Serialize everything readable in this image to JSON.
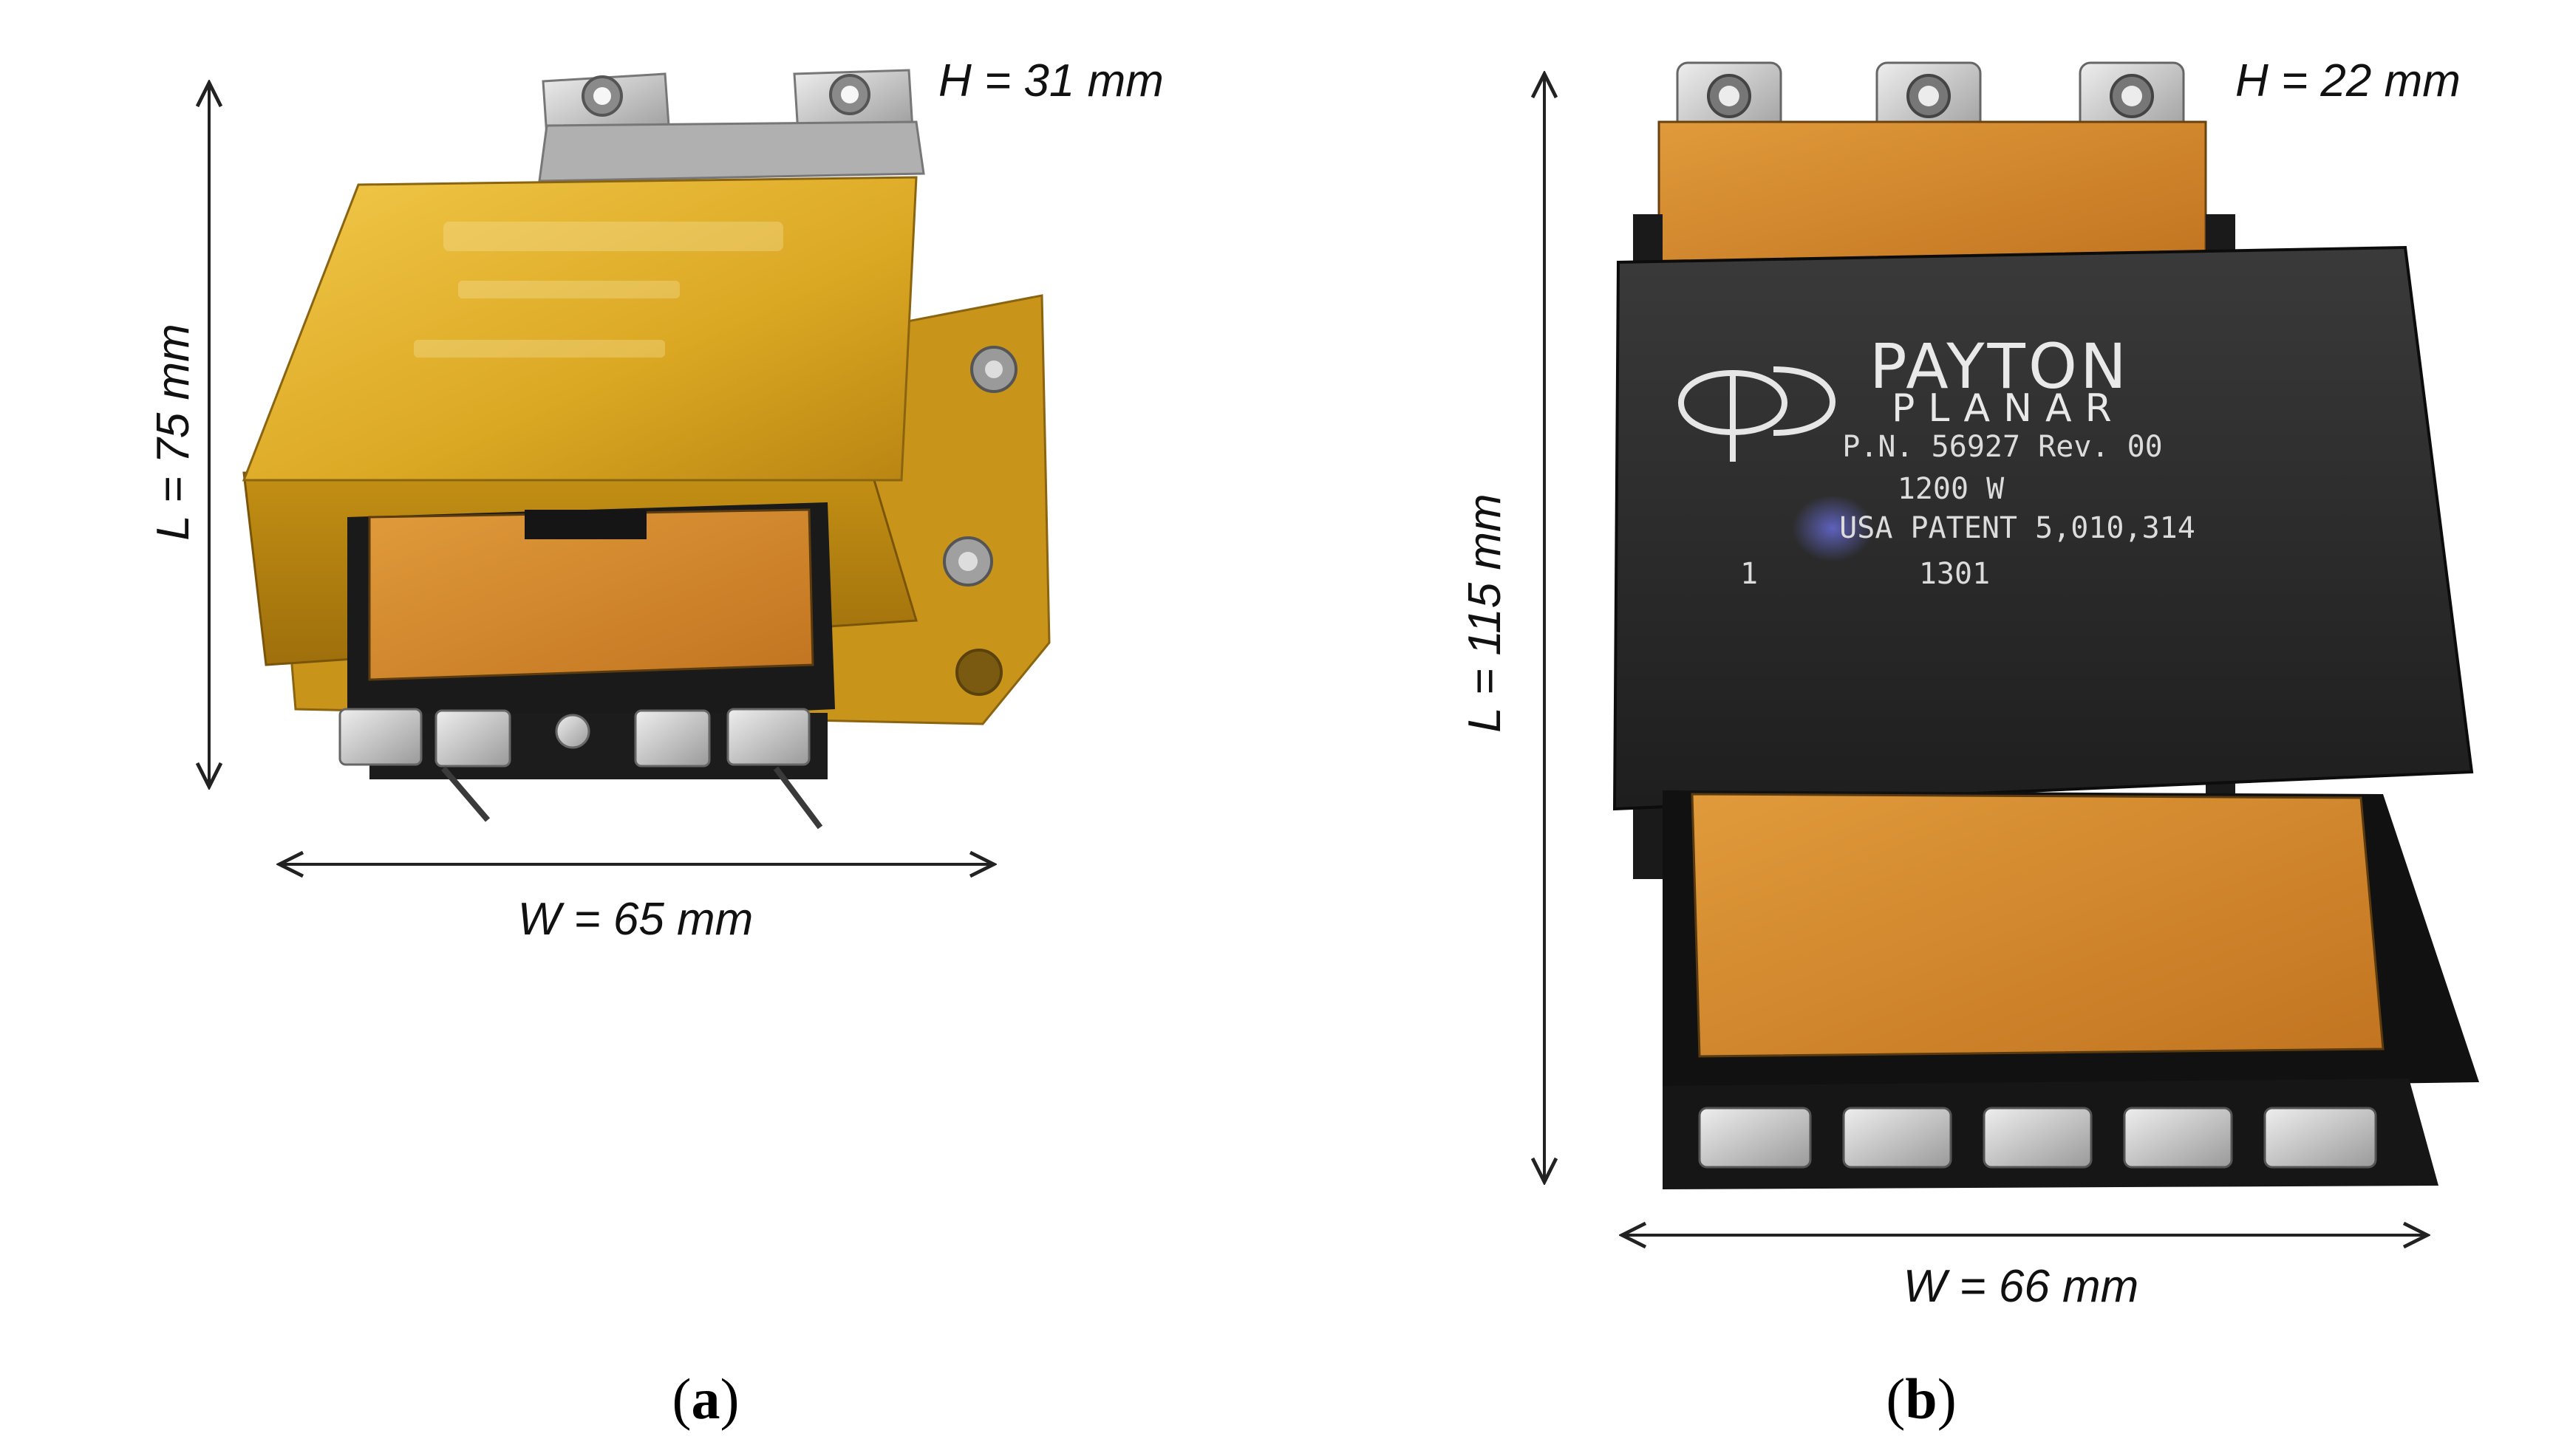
{
  "figure": {
    "panel_a": {
      "caption_letter": "a",
      "dimensions": {
        "height": "H = 31 mm",
        "length": "L = 75 mm",
        "width": "W = 65 mm"
      },
      "housing_color": "#d9a51a"
    },
    "panel_b": {
      "caption_letter": "b",
      "dimensions": {
        "height": "H = 22 mm",
        "length": "L = 115 mm",
        "width": "W = 66 mm"
      },
      "label": {
        "brand": "PAYTON",
        "sub_brand": "PLANAR",
        "part_number": "P.N. 56927  Rev. 00",
        "power": "1200 W",
        "patent": "USA PATENT 5,010,314",
        "lot_left": "1",
        "lot_right": "1301"
      },
      "housing_color": "#2a2a2a"
    }
  },
  "colors": {
    "kapton": "#d98a2b",
    "metal": "#c8c8c8",
    "arrow": "#222222"
  }
}
